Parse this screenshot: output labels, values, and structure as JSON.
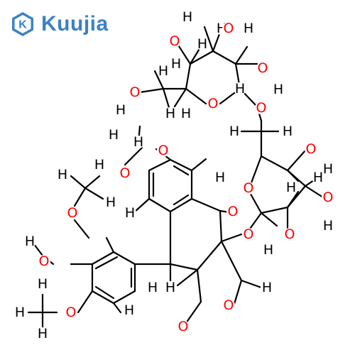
{
  "brand": {
    "name": "Kuujia",
    "color": "#3b82c4",
    "icon": "hexagon-k-logo-icon",
    "icon_letter": "K"
  },
  "structure": {
    "colors": {
      "bond": "#000000",
      "carbon_hydrogen_label": "#000000",
      "oxygen_label": "#ff0000"
    },
    "atom_labels": {
      "H": "H",
      "O": "O"
    }
  }
}
